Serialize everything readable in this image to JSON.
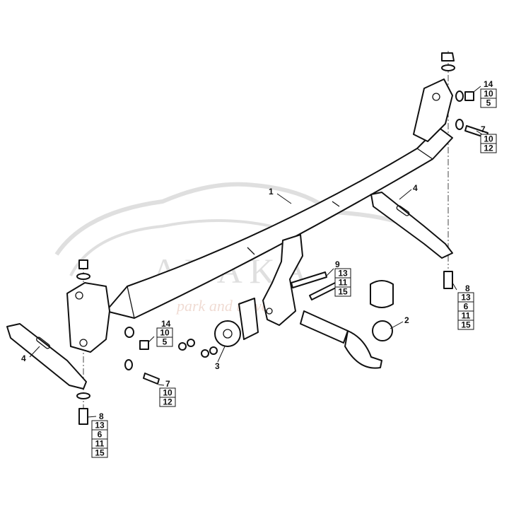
{
  "watermark": {
    "brand": "A H A K A",
    "tagline": "park and travel"
  },
  "callouts": {
    "main_beam": "1",
    "tow_ball": "2",
    "socket_plate": "3",
    "bracket_right": "4",
    "bracket_left": "4",
    "bolt_set_9": "9",
    "bolt_set_8_right": "8",
    "bolt_set_8_left": "8",
    "bolt_set_7_top": "7",
    "bolt_set_7_left": "7",
    "nut_set_14_top": "14",
    "nut_set_14_left": "14"
  },
  "stacks": {
    "top_right_nut": [
      "10",
      "5"
    ],
    "top_right_bolt": [
      "10",
      "12"
    ],
    "center_bolt": [
      "13",
      "11",
      "15"
    ],
    "right_bolt": [
      "13",
      "6",
      "11",
      "15"
    ],
    "left_nut": [
      "10",
      "5"
    ],
    "left_bolt": [
      "10",
      "12"
    ],
    "bottom_bolt": [
      "13",
      "6",
      "11",
      "15"
    ]
  }
}
